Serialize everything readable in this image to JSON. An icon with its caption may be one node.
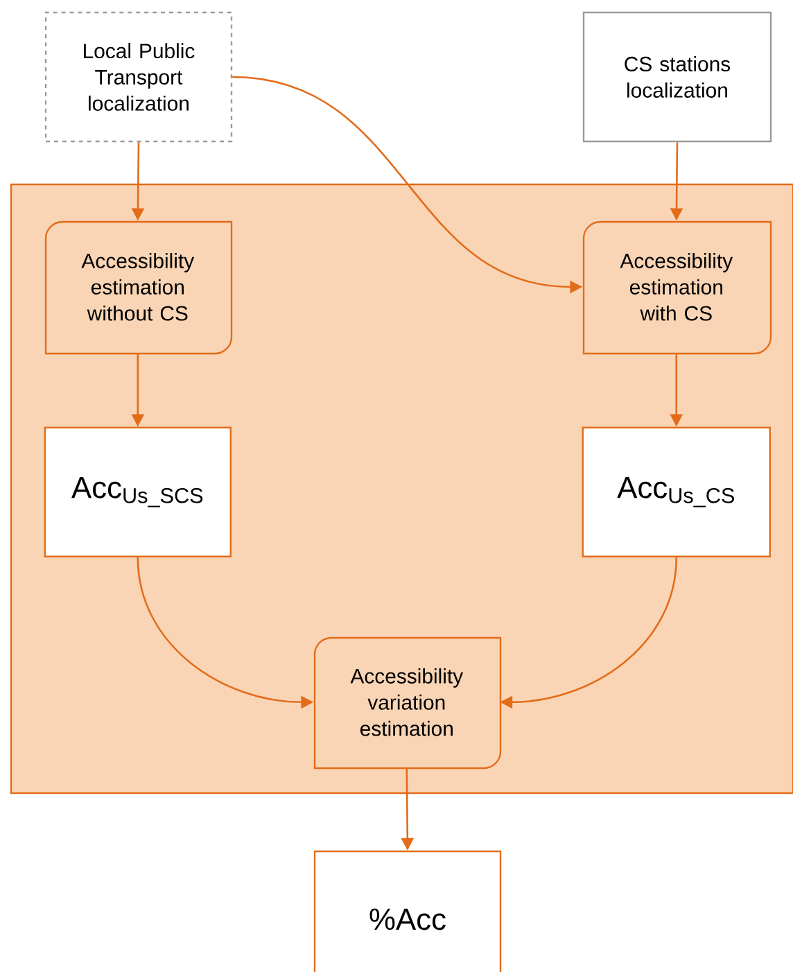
{
  "diagram": {
    "nodes": [
      {
        "text": [
          "Local Public Transport localization"
        ]
      },
      {
        "text": [
          "CS stations localization"
        ]
      },
      {
        "text": [],
        "shape": "box"
      },
      {
        "text": [
          "Accessibility estimation without CS"
        ],
        "in": 2
      },
      {
        "text": [
          "Accessibility estimation with CS"
        ],
        "in": 2
      },
      {
        "text": [
          "Acc$_{Us_SCS}$"
        ],
        "in": 2
      },
      {
        "text": [
          "Acc$_{Us_CS}$"
        ],
        "in": 2
      },
      {
        "text": [
          "Accessibility variation estimation"
        ],
        "in": 2
      },
      {
        "text": [
          "%Acc"
        ]
      }
    ],
    "edges": [
      {
        "from": 0,
        "to": 3,
        "arrow": "to"
      },
      {
        "from": 0,
        "to": 4,
        "arrow": "to"
      },
      {
        "from": 1,
        "to": 4,
        "arrow": "to"
      },
      {
        "from": 3,
        "to": 5,
        "arrow": "to"
      },
      {
        "from": 4,
        "to": 6,
        "arrow": "to"
      },
      {
        "from": 5,
        "to": 7,
        "arrow": "to"
      },
      {
        "from": 6,
        "to": 7,
        "arrow": "to"
      },
      {
        "from": 7,
        "to": 8,
        "arrow": "to"
      }
    ]
  }
}
